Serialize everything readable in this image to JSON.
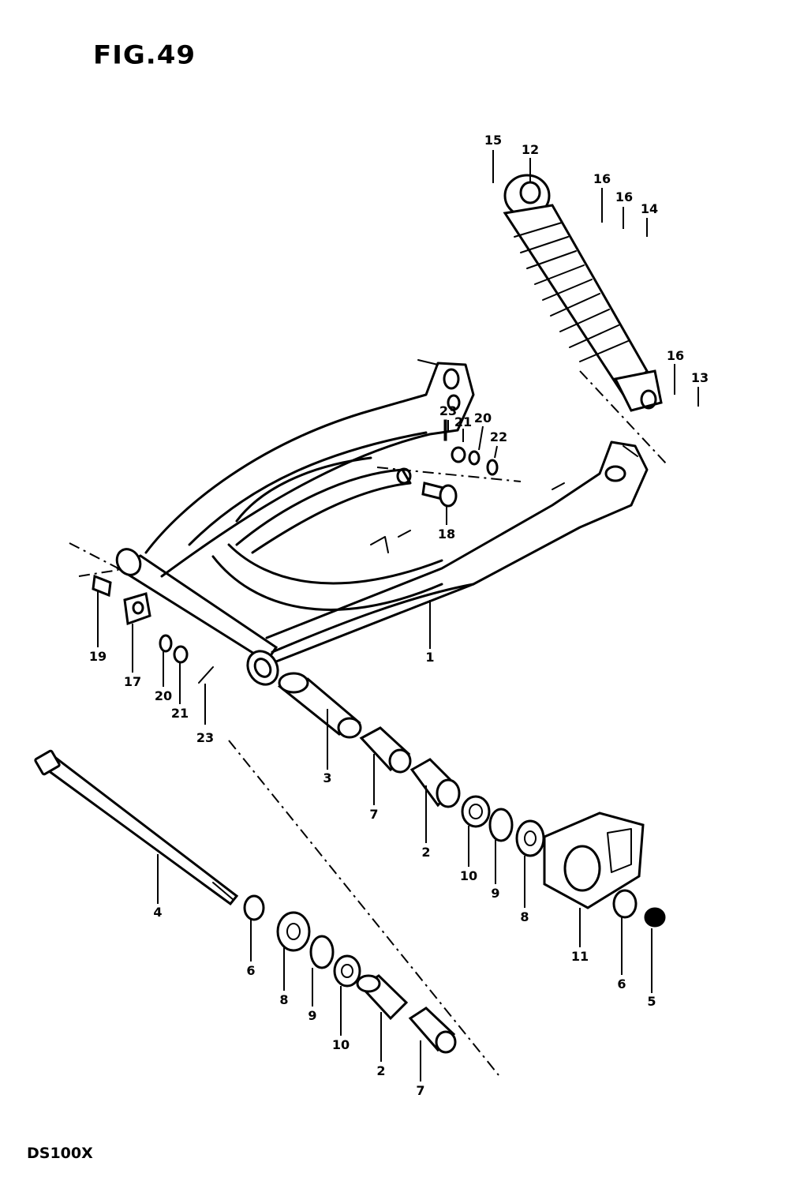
{
  "figure": {
    "title": "FIG.49",
    "model": "DS100X"
  },
  "callouts": [
    "1",
    "2",
    "2",
    "3",
    "4",
    "5",
    "6",
    "6",
    "7",
    "7",
    "8",
    "8",
    "9",
    "9",
    "10",
    "10",
    "11",
    "12",
    "13",
    "14",
    "15",
    "16",
    "16",
    "16",
    "17",
    "18",
    "19",
    "20",
    "20",
    "21",
    "21",
    "22",
    "23",
    "23"
  ]
}
